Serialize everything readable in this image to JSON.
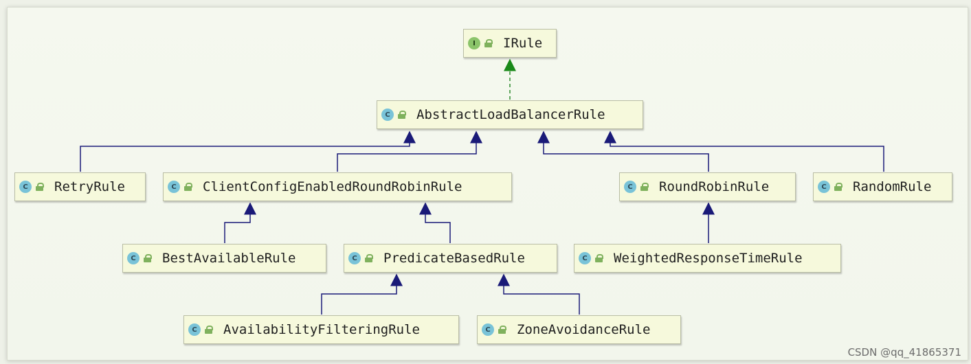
{
  "diagram": {
    "nodes": [
      {
        "id": "irule",
        "kind": "I",
        "label": "IRule"
      },
      {
        "id": "abstract",
        "kind": "C",
        "label": "AbstractLoadBalancerRule"
      },
      {
        "id": "retry",
        "kind": "C",
        "label": "RetryRule"
      },
      {
        "id": "ccerr",
        "kind": "C",
        "label": "ClientConfigEnabledRoundRobinRule"
      },
      {
        "id": "rr",
        "kind": "C",
        "label": "RoundRobinRule"
      },
      {
        "id": "random",
        "kind": "C",
        "label": "RandomRule"
      },
      {
        "id": "best",
        "kind": "C",
        "label": "BestAvailableRule"
      },
      {
        "id": "pred",
        "kind": "C",
        "label": "PredicateBasedRule"
      },
      {
        "id": "wrt",
        "kind": "C",
        "label": "WeightedResponseTimeRule"
      },
      {
        "id": "avail",
        "kind": "C",
        "label": "AvailabilityFilteringRule"
      },
      {
        "id": "zone",
        "kind": "C",
        "label": "ZoneAvoidanceRule"
      }
    ],
    "edges": [
      {
        "from": "abstract",
        "to": "irule",
        "type": "implements"
      },
      {
        "from": "retry",
        "to": "abstract",
        "type": "extends"
      },
      {
        "from": "ccerr",
        "to": "abstract",
        "type": "extends"
      },
      {
        "from": "rr",
        "to": "abstract",
        "type": "extends"
      },
      {
        "from": "random",
        "to": "abstract",
        "type": "extends"
      },
      {
        "from": "best",
        "to": "ccerr",
        "type": "extends"
      },
      {
        "from": "pred",
        "to": "ccerr",
        "type": "extends"
      },
      {
        "from": "wrt",
        "to": "rr",
        "type": "extends"
      },
      {
        "from": "avail",
        "to": "pred",
        "type": "extends"
      },
      {
        "from": "zone",
        "to": "pred",
        "type": "extends"
      }
    ],
    "colors": {
      "extends": "#1a1a78",
      "implements": "#2e8b2e",
      "node_bg": "#f6f9dc"
    }
  },
  "watermark": "CSDN @qq_41865371"
}
